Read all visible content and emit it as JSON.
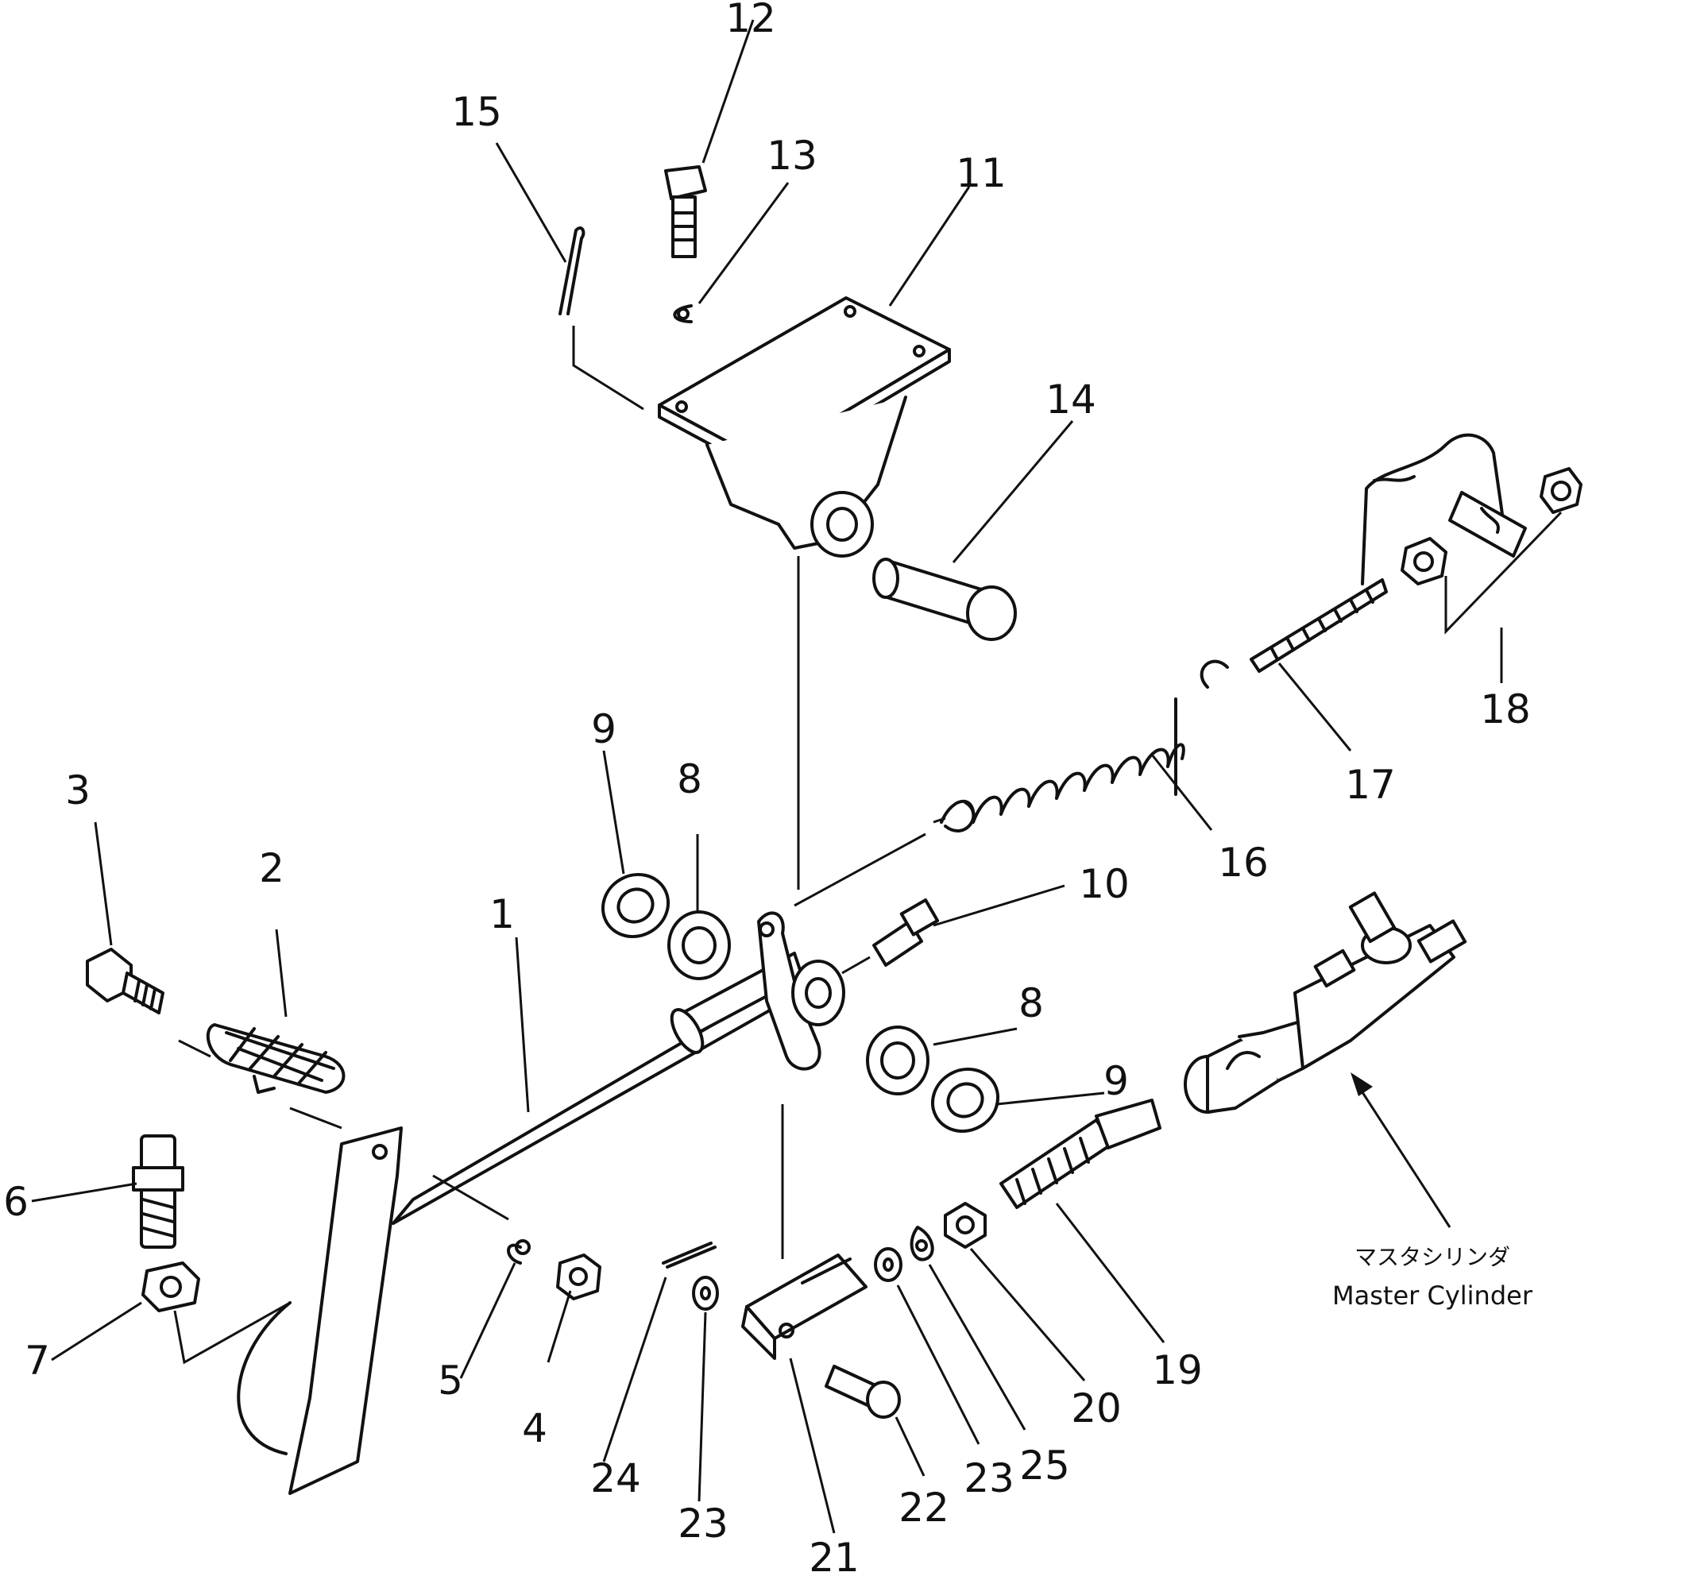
{
  "diagram": {
    "part_numbers": {
      "p1": "1",
      "p2": "2",
      "p3": "3",
      "p4": "4",
      "p5": "5",
      "p6": "6",
      "p7": "7",
      "p8a": "8",
      "p8b": "8",
      "p9a": "9",
      "p9b": "9",
      "p10": "10",
      "p11": "11",
      "p12": "12",
      "p13": "13",
      "p14": "14",
      "p15": "15",
      "p16": "16",
      "p17": "17",
      "p18": "18",
      "p19": "19",
      "p20": "20",
      "p21": "21",
      "p22": "22",
      "p23a": "23",
      "p23b": "23",
      "p24": "24",
      "p25": "25"
    },
    "callout": {
      "label_jp": "マスタシリンダ",
      "label_en": "Master Cylinder"
    }
  }
}
